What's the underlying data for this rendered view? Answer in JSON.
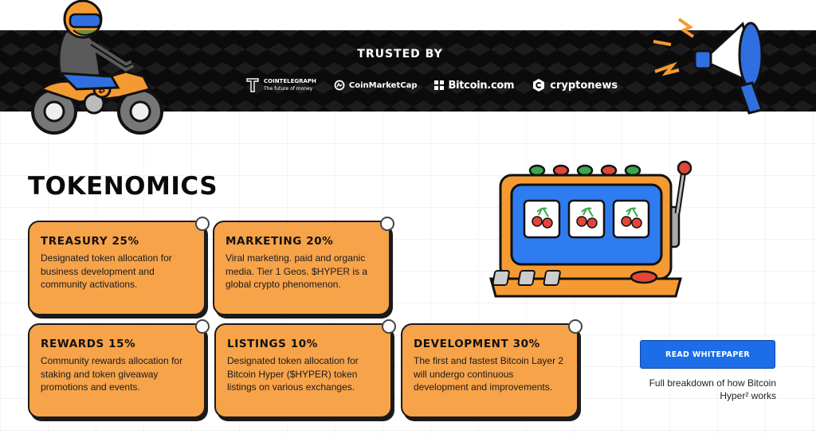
{
  "trusted_band": {
    "title": "TRUSTED BY",
    "logos": [
      {
        "name": "COINTELEGRAPH",
        "tagline": "The future of money",
        "icon": "cointelegraph-logo"
      },
      {
        "name": "CoinMarketCap",
        "icon": "coinmarketcap-logo"
      },
      {
        "name": "Bitcoin.com",
        "icon": "bitcoin-com-logo"
      },
      {
        "name": "cryptonews",
        "icon": "cryptonews-logo"
      }
    ]
  },
  "tokenomics": {
    "heading": "TOKENOMICS",
    "cards": [
      {
        "title": "TREASURY 25%",
        "text": "Designated token allocation for business development and community activations."
      },
      {
        "title": "MARKETING 20%",
        "text": "Viral marketing. paid and organic media. Tier 1 Geos. $HYPER is a global crypto phenomenon."
      },
      {
        "title": "REWARDS 15%",
        "text": "Community rewards allocation for staking and token giveaway promotions and events."
      },
      {
        "title": "LISTINGS 10%",
        "text": "Designated token allocation for Bitcoin Hyper ($HYPER) token listings on various exchanges."
      },
      {
        "title": "DEVELOPMENT 30%",
        "text": "The first and fastest Bitcoin Layer 2 will undergo continuous development and improvements."
      }
    ]
  },
  "cta": {
    "button_label": "READ WHITEPAPER",
    "caption": "Full breakdown of how Bitcoin Hyper² works"
  },
  "colors": {
    "card_orange": "#f7a34a",
    "button_blue": "#1d6ce8",
    "band_black": "#0b0b0b",
    "machine_blue": "#2f7bf0"
  },
  "illustrations": [
    "motorcycle-rider-illustration",
    "megaphone-illustration",
    "slot-machine-illustration"
  ]
}
